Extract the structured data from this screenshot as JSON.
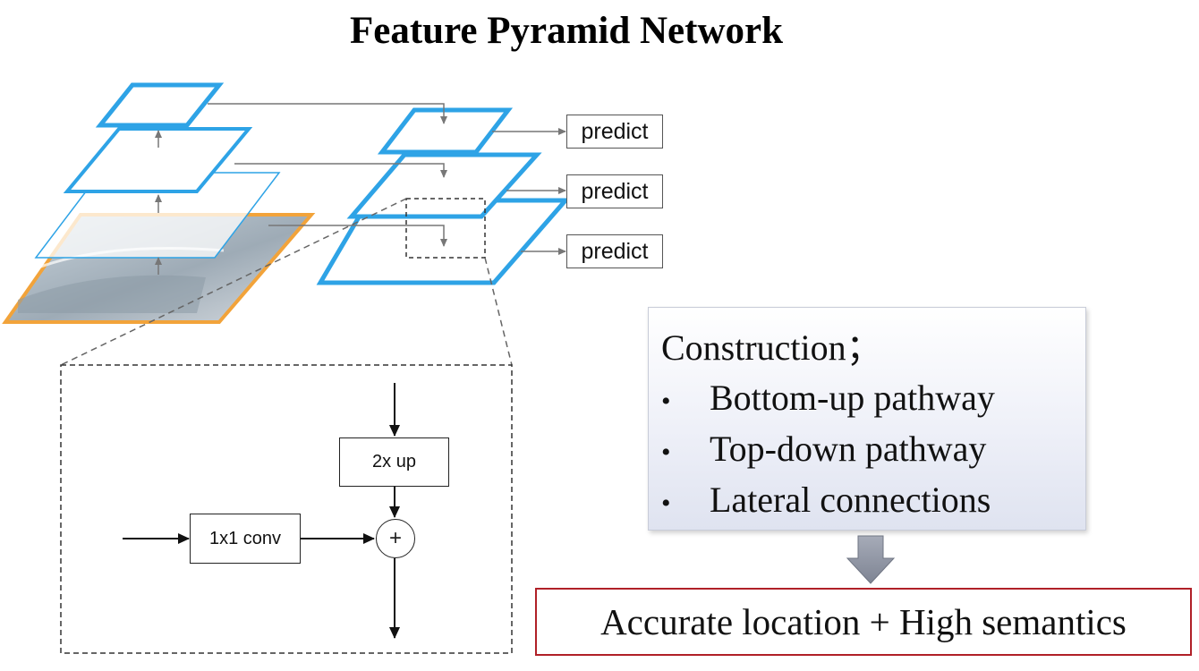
{
  "title": "Feature Pyramid Network",
  "predict_labels": [
    "predict",
    "predict",
    "predict"
  ],
  "detail": {
    "upsample_label": "2x up",
    "lateral_label": "1x1 conv",
    "merge_symbol": "+"
  },
  "construction": {
    "heading": "Construction；",
    "items": [
      "Bottom-up pathway",
      "Top-down pathway",
      "Lateral connections"
    ],
    "bullet": "•"
  },
  "result": "Accurate location + High semantics",
  "colors": {
    "pyramid_blue": "#2ea3e6",
    "image_orange": "#f2a33a",
    "result_border": "#b02028",
    "arrow_gray": "#8a8f9c"
  }
}
